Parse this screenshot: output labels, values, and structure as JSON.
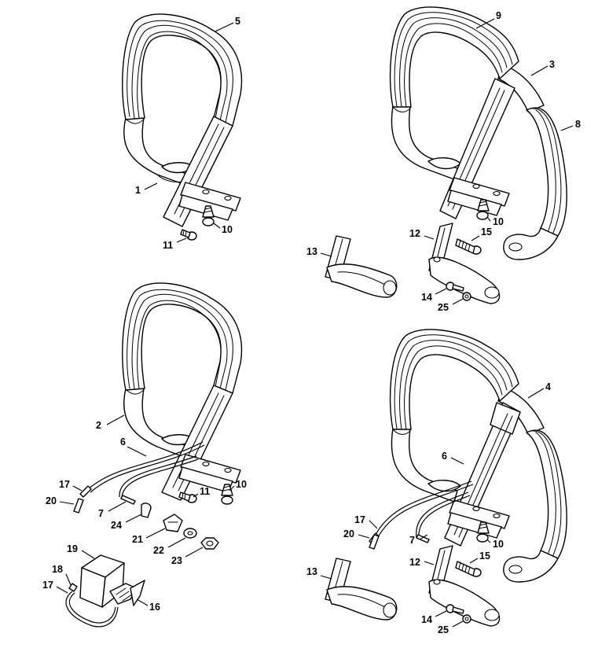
{
  "colors": {
    "line": "#000000",
    "background": "#ffffff"
  },
  "callouts": {
    "tl": {
      "n5": "5",
      "n1": "1",
      "n10": "10",
      "n11": "11"
    },
    "tr": {
      "n9": "9",
      "n3": "3",
      "n8": "8",
      "n10": "10",
      "n12": "12",
      "n15": "15",
      "n13": "13",
      "n14": "14",
      "n25": "25"
    },
    "bl": {
      "n2": "2",
      "n6": "6",
      "n17a": "17",
      "n20": "20",
      "n7": "7",
      "n24": "24",
      "n11": "11",
      "n10": "10",
      "n21": "21",
      "n22": "22",
      "n23": "23",
      "n19": "19",
      "n18": "18",
      "n17b": "17",
      "n16": "16"
    },
    "br": {
      "n4": "4",
      "n6": "6",
      "n17": "17",
      "n20": "20",
      "n7": "7",
      "n10": "10",
      "n12": "12",
      "n15": "15",
      "n13": "13",
      "n14": "14",
      "n25": "25"
    }
  }
}
